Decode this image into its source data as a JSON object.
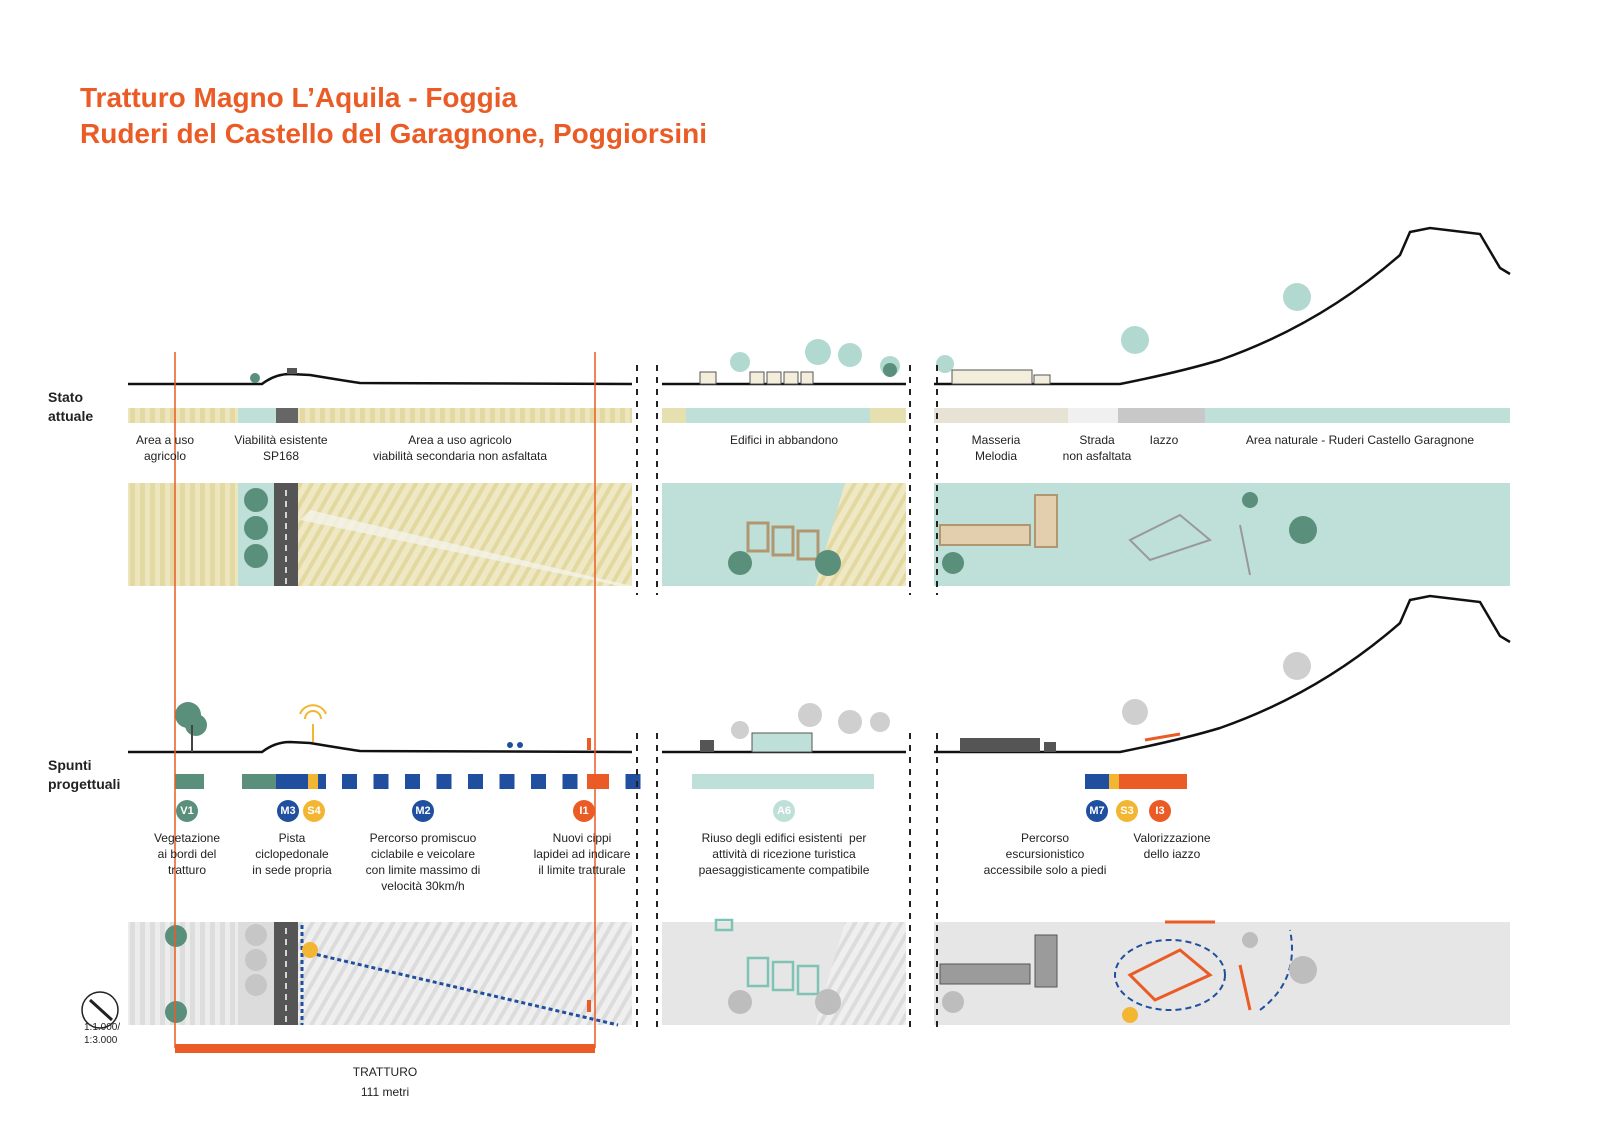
{
  "title": {
    "line1": "Tratturo Magno L’Aquila - Foggia",
    "line2": "Ruderi del Castello del Garagnone, Poggiorsini"
  },
  "colors": {
    "accent": "#ea5b25",
    "agricolo": "#e6dfb0",
    "teal_light": "#bfe0d8",
    "road_gray": "#666666",
    "blue": "#1f4f9e",
    "yellow": "#f2b632",
    "green": "#5a8f7b",
    "light_gray": "#e8e8e8"
  },
  "sections": {
    "stato": {
      "label": "Stato\nattuale",
      "legend": [
        "Area a uso\nagricolo",
        "Viabilità esistente\nSP168",
        "Area a uso agricolo\nviabilità secondaria non asfaltata",
        "Edifici in abbandono",
        "Masseria\nMelodia",
        "Strada\nnon asfaltata",
        "Iazzo",
        "Area naturale - Ruderi Castello Garagnone"
      ]
    },
    "spunti": {
      "label": "Spunti\nprogettuali",
      "items": [
        {
          "code": "V1",
          "color": "#5a8f7b",
          "text": "Vegetazione\nai bordi del\ntratturo"
        },
        {
          "code": "M3",
          "color": "#1f4f9e",
          "text": "Pista\nciclopedonale\nin sede propria"
        },
        {
          "code": "S4",
          "color": "#f2b632",
          "text": ""
        },
        {
          "code": "M2",
          "color": "#1f4f9e",
          "text": "Percorso promiscuo\nciclabile e veicolare\ncon limite massimo di\nvelocità 30km/h"
        },
        {
          "code": "I1",
          "color": "#ea5b25",
          "text": "Nuovi cippi\nlapidei ad indicare\nil limite tratturale"
        },
        {
          "code": "A6",
          "color": "#bfe0d8",
          "text": "Riuso degli edifici esistenti  per\nattività di ricezione turistica\npaesaggisticamente compatibile"
        },
        {
          "code": "M7",
          "color": "#1f4f9e",
          "text": "Percorso\nescursionistico\naccessibile solo a piedi"
        },
        {
          "code": "S3",
          "color": "#f2b632",
          "text": ""
        },
        {
          "code": "I3",
          "color": "#ea5b25",
          "text": "Valorizzazione\ndello iazzo"
        }
      ]
    }
  },
  "scale": {
    "text": "1:1.000/\n1:3.000"
  },
  "tratturo": {
    "name": "TRATTURO",
    "width_label": "111 metri"
  }
}
